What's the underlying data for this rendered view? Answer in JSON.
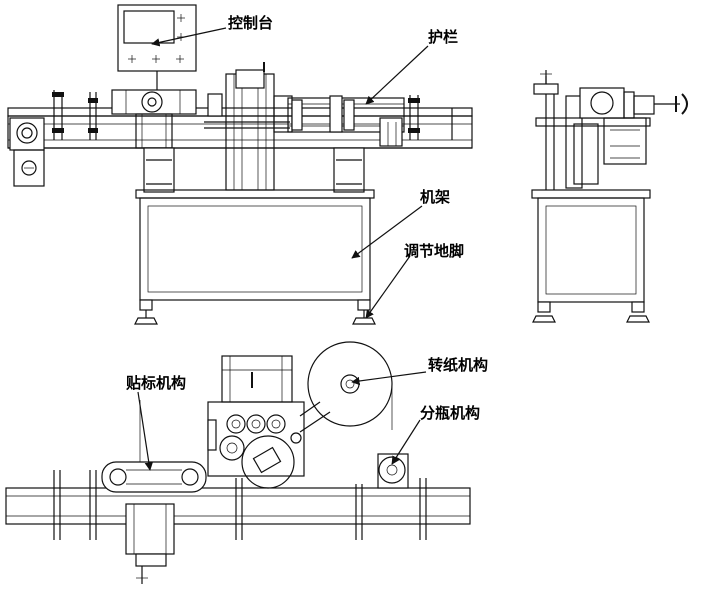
{
  "labels": {
    "control_panel": "控制台",
    "guard_rail": "护栏",
    "machine_frame": "机架",
    "adjustable_foot": "调节地脚",
    "labeling_mechanism": "贴标机构",
    "paper_rotating_mechanism": "转纸机构",
    "bottle_separating_mechanism": "分瓶机构"
  }
}
